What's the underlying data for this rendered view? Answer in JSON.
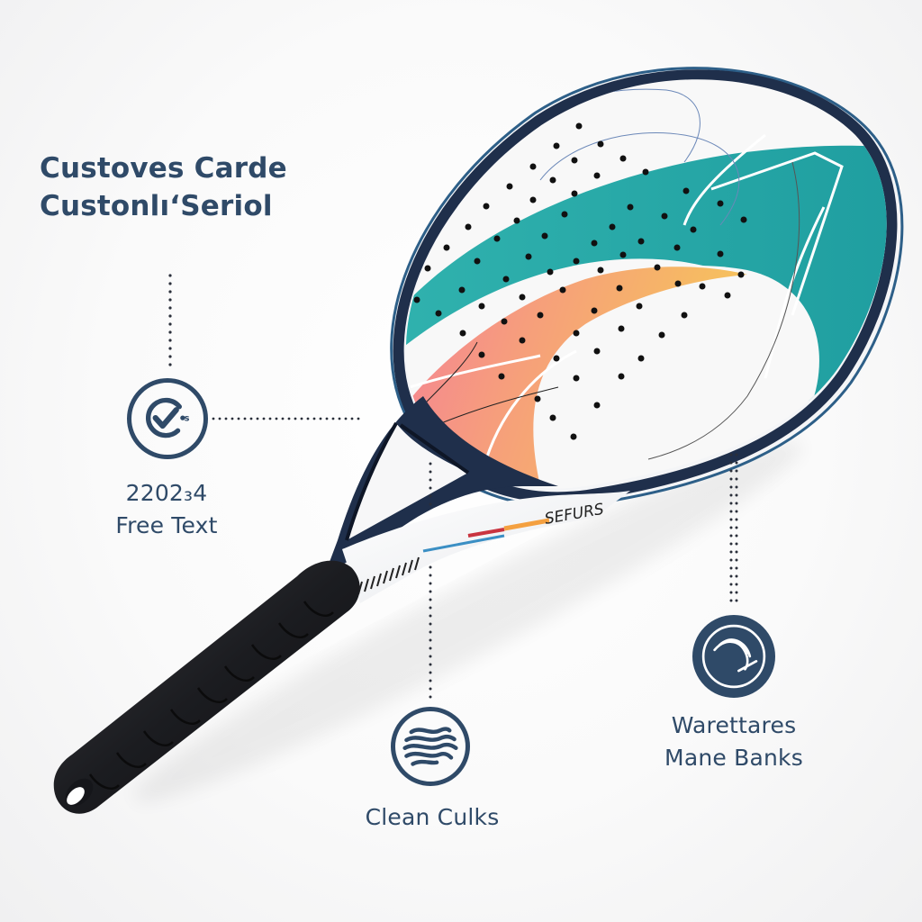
{
  "title": {
    "line1": "Custoves Carde",
    "line2": "Custonlı‘Seriol"
  },
  "paddle": {
    "brand_text": "SEFURS",
    "colors": {
      "frame": "#1f2f4b",
      "teal": "#2aa9a8",
      "pink": "#f2839a",
      "orange": "#f4ac5e",
      "yellow": "#f6c85a",
      "face_white": "#f8f8f8",
      "grip": "#1a1b1e",
      "accent_blue": "#3b8fc4",
      "accent_red": "#c9343f"
    }
  },
  "callouts": [
    {
      "icon": "check-badge-icon",
      "line1": "2202₃4",
      "line2": "Free Text"
    },
    {
      "icon": "waves-icon",
      "line1": "Clean Culks"
    },
    {
      "icon": "shield-wave-icon",
      "line1": "Warettares",
      "line2": "Mane Banks"
    }
  ],
  "colors": {
    "text": "#2f4a68",
    "background": "#f7f7f7",
    "dotted_line": "#2a2f3a"
  }
}
